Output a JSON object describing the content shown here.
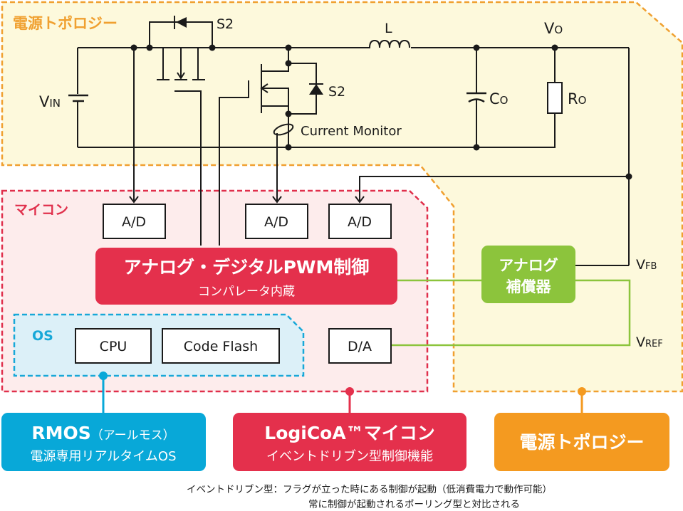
{
  "regions": {
    "power_topology": {
      "title": "電源トポロジー",
      "color": "#f0a030",
      "fill": "#fdf9dc"
    },
    "mcu": {
      "title": "マイコン",
      "color": "#e0304c",
      "fill": "#fdeceb"
    },
    "os": {
      "title": "OS",
      "color": "#18a8d8",
      "fill": "#dcf0f8"
    }
  },
  "circuit": {
    "vin": "V",
    "vin_sub": "IN",
    "s2_top": "S2",
    "s2_right": "S2",
    "inductor": "L",
    "vo": "V",
    "vo_sub": "O",
    "co": "C",
    "co_sub": "O",
    "ro": "R",
    "ro_sub": "O",
    "current_monitor": "Current Monitor",
    "vfb": "V",
    "vfb_sub": "FB",
    "vref": "V",
    "vref_sub": "REF"
  },
  "mcu_blocks": {
    "ad1": "A/D",
    "ad2": "A/D",
    "ad3": "A/D",
    "pwm_title": "アナログ・デジタルPWM制御",
    "pwm_sub": "コンパレータ内蔵",
    "cpu": "CPU",
    "code_flash": "Code Flash",
    "da": "D/A"
  },
  "analog_comp": {
    "line1": "アナログ",
    "line2": "補償器",
    "color": "#8cc43c"
  },
  "callouts": [
    {
      "title": "RMOS",
      "title_suffix": "（アールモス）",
      "sub": "電源専用リアルタイムOS",
      "color": "#08a8d8"
    },
    {
      "title": "LogiCoA™マイコン",
      "sub": "イベントドリブン型制御機能",
      "color": "#e4304c"
    },
    {
      "title": "電源トポロジー",
      "sub": "",
      "color": "#f49a20"
    }
  ],
  "footnote": {
    "line1": "イベントドリブン型：フラグが立った時にある制御が起動（低消費電力で動作可能）",
    "line2": "常に制御が起動されるポーリング型と対比される"
  }
}
